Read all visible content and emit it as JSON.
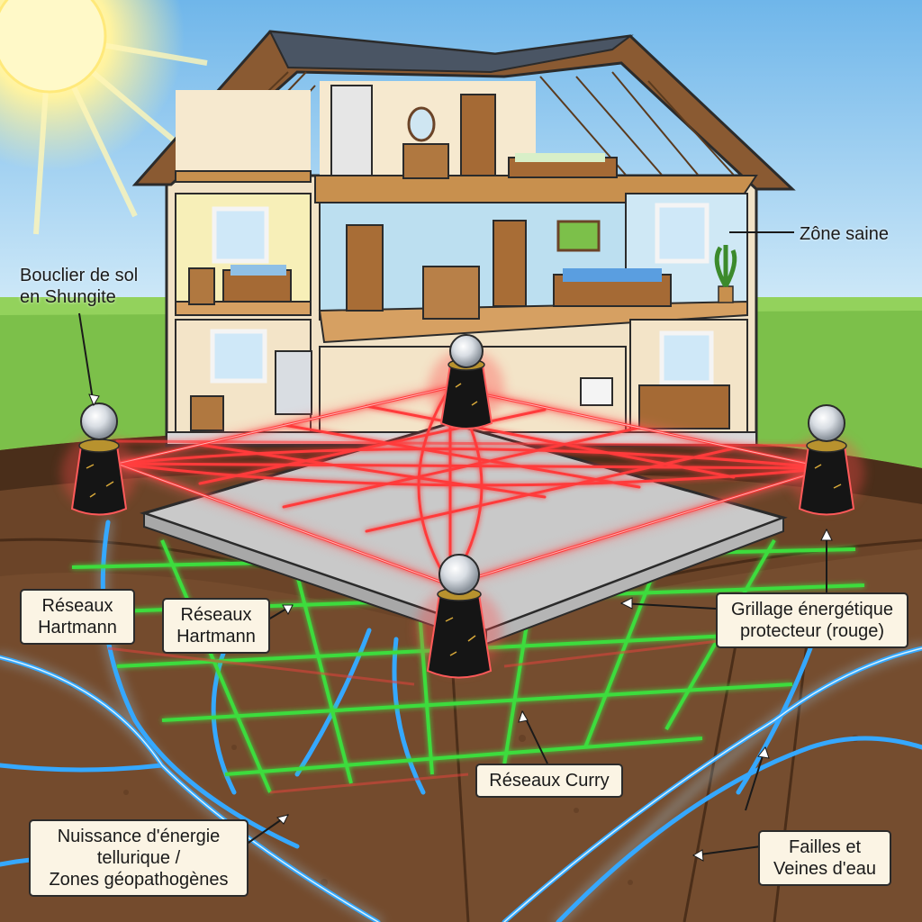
{
  "labels": {
    "shield": "Bouclier de sol\nen Shungite",
    "healthy_zone": "Zône saine",
    "hartmann_left": "Réseaux\nHartmann",
    "hartmann_center": "Réseaux\nHartmann",
    "protective_grid": "Grillage énergétique\nprotecteur (rouge)",
    "curry": "Réseaux Curry",
    "telluric": "Nuissance d'énergie\ntellurique /\nZones géopathogènes",
    "faults": "Failles et\nVeines d'eau"
  },
  "colors": {
    "sky": "#8fc8ec",
    "grass": "#7cc04a",
    "soil": "#6b4428",
    "protective_grid": "#ff3b3b",
    "hartmann_grid": "#3ddc3d",
    "curry_grid": "#e0443c",
    "water_veins": "#35a8ff",
    "shungite": "#151515"
  },
  "icons": [
    "sun-icon",
    "house-cutaway",
    "shungite-pyramid-icon",
    "crystal-sphere-icon",
    "plant-icon",
    "bed-icon"
  ]
}
